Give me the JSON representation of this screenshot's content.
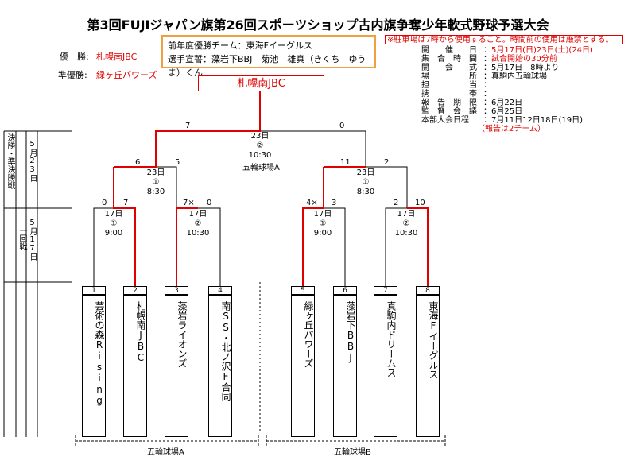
{
  "title": "第3回FUJIジャパン旗第26回スポーツショップ古内旗争奪少年軟式野球予選大会",
  "winners": {
    "champion_label": "優　勝:",
    "champion": "札幌南JBC",
    "runnerup_label": "準優勝:",
    "runnerup": "緑ヶ丘パワーズ"
  },
  "previous": {
    "line1": "前年度優勝チーム：東海Fイーグルス",
    "line2": "選手宣誓：藻岩下BBJ　菊池　雄真（きくち　ゆうま）くん"
  },
  "notice": "※駐車場は7時から使用すること。時間前の使用は厳禁とする。",
  "info": [
    {
      "key": "開　　催　　日",
      "value": "5月17日(日)23日(土)",
      "extra": "(24日)"
    },
    {
      "key": "集　合　時　間",
      "value": "試合開始の30分前",
      "red": true
    },
    {
      "key": "開　　会　　式",
      "value": "5月17日　8時より"
    },
    {
      "key": "場　　　　　所",
      "value": "真駒内五輪球場"
    },
    {
      "key": "担　　　　　当",
      "value": ""
    },
    {
      "key": "携　　　　　帯",
      "value": ""
    },
    {
      "key": "報　告　期　限",
      "value": "6月22日"
    },
    {
      "key": "監　督　会　議",
      "value": "6月25日"
    },
    {
      "key": "本部大会日程",
      "value": "7月11日12日18日(19日)"
    }
  ],
  "info_note": "（報告は2チーム）",
  "champion_box": "札幌南JBC",
  "side_labels": {
    "final_block": "決勝・準決勝戦",
    "final_date": "5月23日",
    "first_block": "一回戦",
    "first_date": "5月17日"
  },
  "final": {
    "date": "23日",
    "num": "②",
    "time": "10:30",
    "venue": "五輪球場A",
    "score_left": "7",
    "score_right": "0"
  },
  "semis": [
    {
      "date": "23日",
      "num": "①",
      "time": "8:30",
      "score_left": "6",
      "score_right": "5"
    },
    {
      "date": "23日",
      "num": "①",
      "time": "8:30",
      "score_left": "11",
      "score_right": "2"
    }
  ],
  "firsts": [
    {
      "date": "17日",
      "num": "①",
      "time": "9:00",
      "score_left": "0",
      "score_right": "7"
    },
    {
      "date": "17日",
      "num": "②",
      "time": "10:30",
      "score_left": "7×",
      "score_right": "0"
    },
    {
      "date": "17日",
      "num": "①",
      "time": "9:00",
      "score_left": "4×",
      "score_right": "3"
    },
    {
      "date": "17日",
      "num": "②",
      "time": "10:30",
      "score_left": "2",
      "score_right": "10"
    }
  ],
  "teams": [
    {
      "num": "1",
      "name": "芸術の森Rising"
    },
    {
      "num": "2",
      "name": "札幌南JBC"
    },
    {
      "num": "3",
      "name": "藻岩ライオンズ"
    },
    {
      "num": "4",
      "name": "南SS・北ノ沢F合同"
    },
    {
      "num": "5",
      "name": "緑ヶ丘パワーズ"
    },
    {
      "num": "6",
      "name": "藻岩下BBJ"
    },
    {
      "num": "7",
      "name": "真駒内ドリームス"
    },
    {
      "num": "8",
      "name": "東海Fイーグルス"
    }
  ],
  "venues": {
    "a": "五輪球場A",
    "b": "五輪球場B"
  },
  "colors": {
    "win": "#e00000",
    "line": "#000000",
    "accent_box": "#f0a040"
  }
}
